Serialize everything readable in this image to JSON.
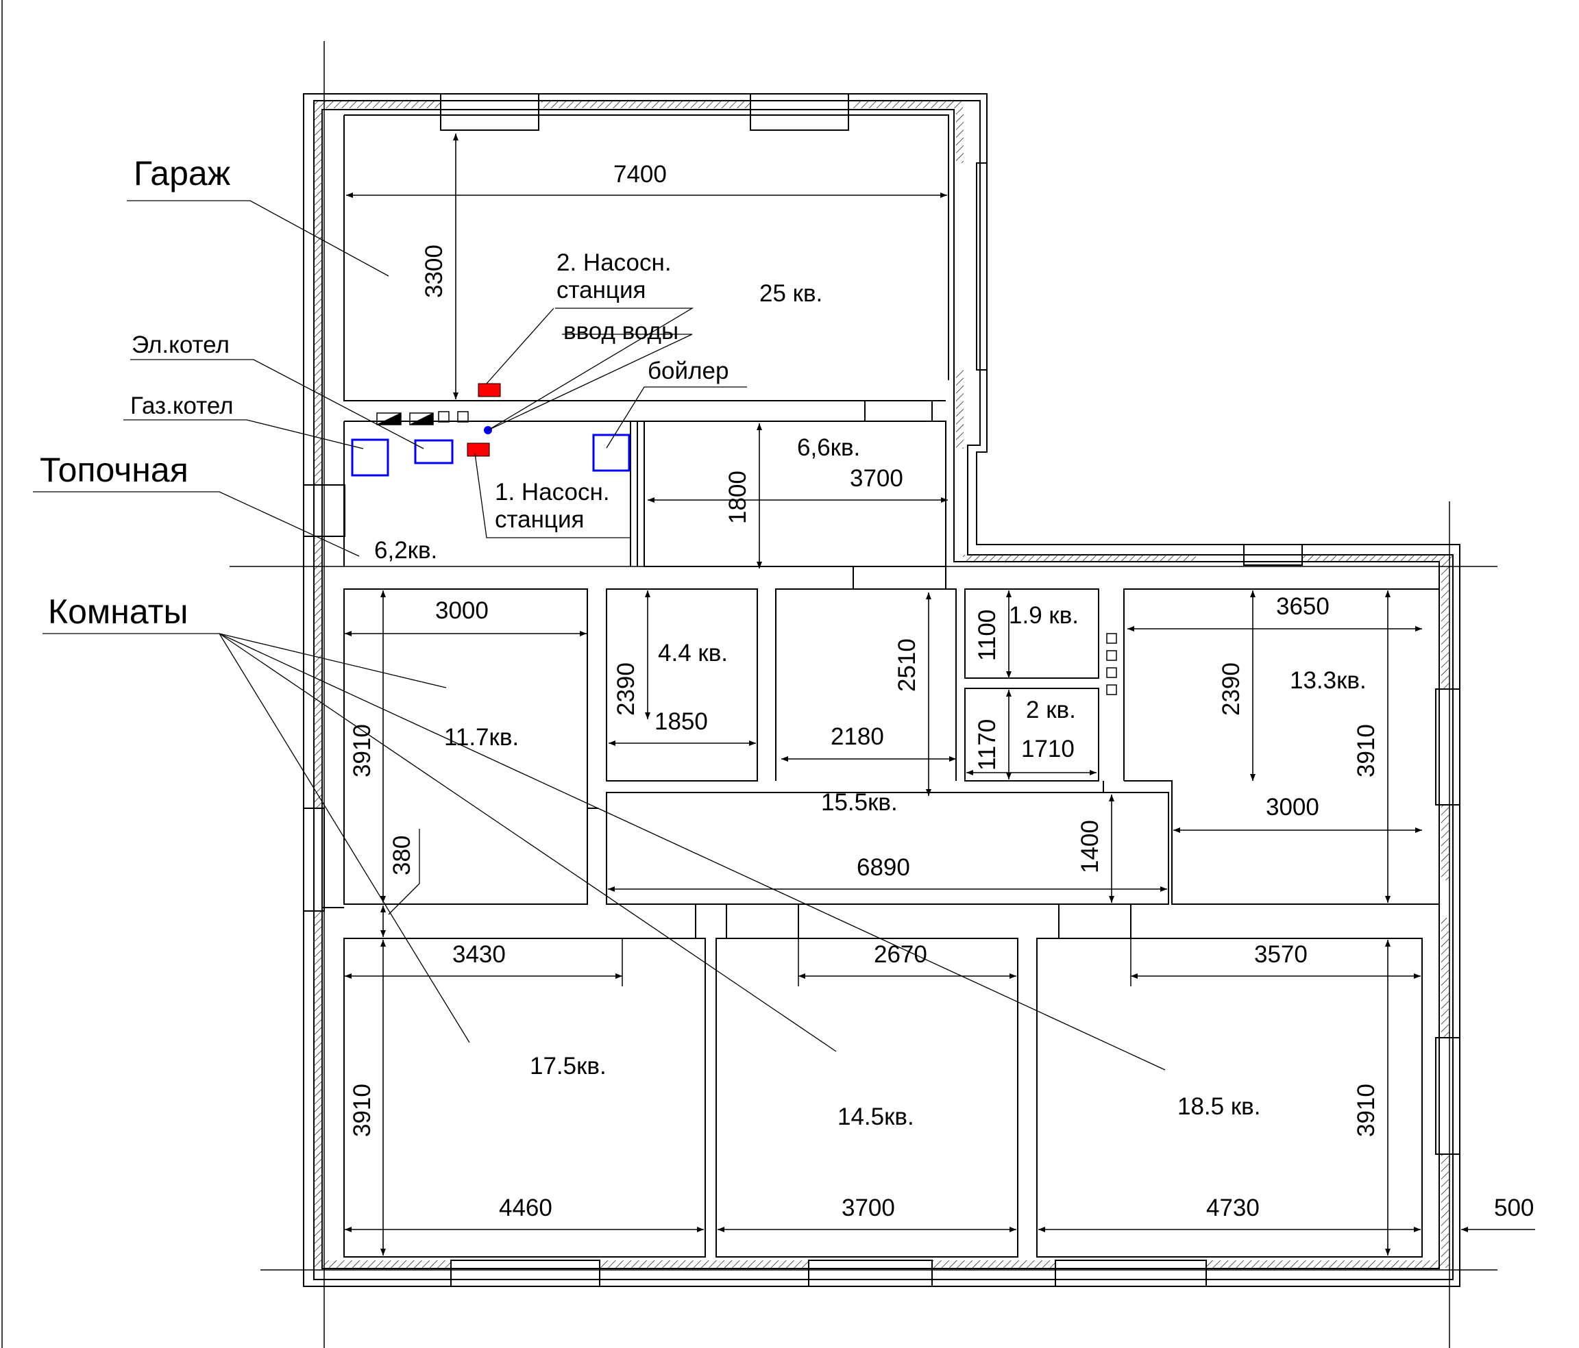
{
  "labels": {
    "garage": "Гараж",
    "el_boiler": "Эл.котел",
    "gas_boiler": "Газ.котел",
    "boiler_room": "Топочная",
    "rooms": "Комнаты",
    "pump2_line1": "2. Насосн.",
    "pump2_line2": "станция",
    "water_inlet": "ввод воды",
    "water_heater": "бойлер",
    "pump1_line1": "1. Насосн.",
    "pump1_line2": "станция"
  },
  "areas": {
    "garage": "25 кв.",
    "boiler_room": "6,2кв.",
    "room_66": "6,6кв.",
    "room_117": "11.7кв.",
    "room_44": "4.4 кв.",
    "room_19": "1.9 кв.",
    "room_2": "2 кв.",
    "room_133": "13.3кв.",
    "hall": "15.5кв.",
    "room_175": "17.5кв.",
    "room_145": "14.5кв.",
    "room_185": "18.5 кв."
  },
  "dims": {
    "d7400": "7400",
    "d3300": "3300",
    "d1800": "1800",
    "d3700a": "3700",
    "d3000a": "3000",
    "d3910a": "3910",
    "d380": "380",
    "d2390a": "2390",
    "d1850": "1850",
    "d2510": "2510",
    "d2180": "2180",
    "d1100": "1100",
    "d1170": "1170",
    "d1710": "1710",
    "d3650": "3650",
    "d2390b": "2390",
    "d3910b": "3910",
    "d3000b": "3000",
    "d1400": "1400",
    "d6890": "6890",
    "d3430": "3430",
    "d2670": "2670",
    "d3570": "3570",
    "d3910c": "3910",
    "d3910d": "3910",
    "d4460": "4460",
    "d3700b": "3700",
    "d4730": "4730",
    "d500": "500"
  },
  "colors": {
    "equipment_blue": "#0000ff",
    "equipment_red": "#ff0000"
  }
}
